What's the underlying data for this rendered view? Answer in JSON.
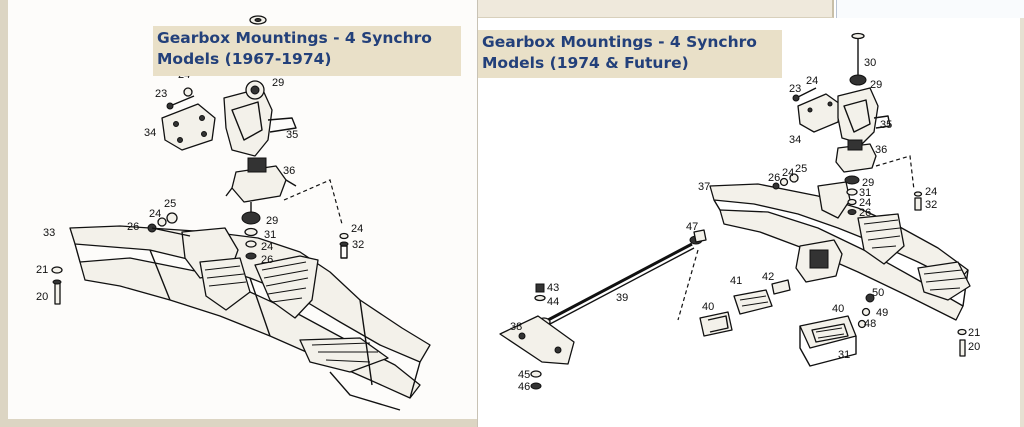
{
  "left_diagram": {
    "title": "Gearbox Mountings - 4 Synchro\nModels (1967-1974)",
    "callouts": [
      "24",
      "29",
      "23",
      "34",
      "35",
      "36",
      "25",
      "24",
      "26",
      "33",
      "29",
      "31",
      "24",
      "26",
      "24",
      "32",
      "21",
      "20"
    ]
  },
  "right_diagram": {
    "title": "Gearbox Mountings - 4 Synchro\nModels (1974 & Future)",
    "callouts": [
      "30",
      "23",
      "24",
      "29",
      "34",
      "35",
      "36",
      "25",
      "26",
      "24",
      "37",
      "29",
      "31",
      "24",
      "26",
      "24",
      "32",
      "47",
      "39",
      "43",
      "44",
      "38",
      "41",
      "42",
      "40",
      "40",
      "50",
      "49",
      "48",
      "31",
      "21",
      "20",
      "45",
      "46"
    ]
  },
  "colors": {
    "title_bg": "#e9e0c8",
    "title_text": "#23407a",
    "border_tan": "#dcd5c3"
  }
}
